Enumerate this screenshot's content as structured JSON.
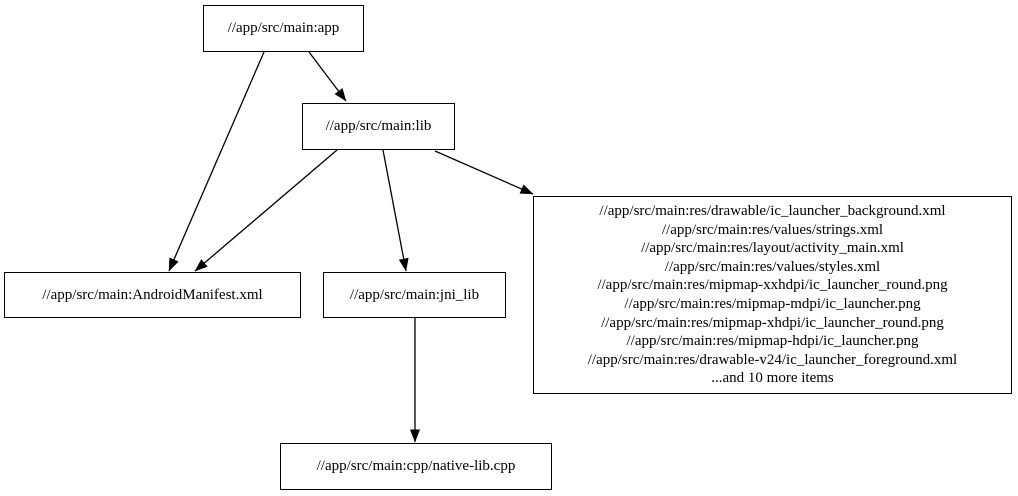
{
  "graph": {
    "colors": {
      "background": "#ffffff",
      "node_border": "#000000",
      "node_fill": "#ffffff",
      "edge": "#000000",
      "text": "#000000"
    },
    "nodes": {
      "app": {
        "label": "//app/src/main:app"
      },
      "lib": {
        "label": "//app/src/main:lib"
      },
      "android_manifest": {
        "label": "//app/src/main:AndroidManifest.xml"
      },
      "jni_lib": {
        "label": "//app/src/main:jni_lib"
      },
      "native_lib": {
        "label": "//app/src/main:cpp/native-lib.cpp"
      },
      "res_group": {
        "lines": [
          "//app/src/main:res/drawable/ic_launcher_background.xml",
          "//app/src/main:res/values/strings.xml",
          "//app/src/main:res/layout/activity_main.xml",
          "//app/src/main:res/values/styles.xml",
          "//app/src/main:res/mipmap-xxhdpi/ic_launcher_round.png",
          "//app/src/main:res/mipmap-mdpi/ic_launcher.png",
          "//app/src/main:res/mipmap-xhdpi/ic_launcher_round.png",
          "//app/src/main:res/mipmap-hdpi/ic_launcher.png",
          "//app/src/main:res/drawable-v24/ic_launcher_foreground.xml",
          "...and 10 more items"
        ]
      }
    },
    "edges": [
      {
        "from": "//app/src/main:app",
        "to": "//app/src/main:lib"
      },
      {
        "from": "//app/src/main:app",
        "to": "//app/src/main:AndroidManifest.xml"
      },
      {
        "from": "//app/src/main:lib",
        "to": "//app/src/main:AndroidManifest.xml"
      },
      {
        "from": "//app/src/main:lib",
        "to": "//app/src/main:jni_lib"
      },
      {
        "from": "//app/src/main:lib",
        "to": "res-file-group"
      },
      {
        "from": "//app/src/main:jni_lib",
        "to": "//app/src/main:cpp/native-lib.cpp"
      }
    ]
  }
}
